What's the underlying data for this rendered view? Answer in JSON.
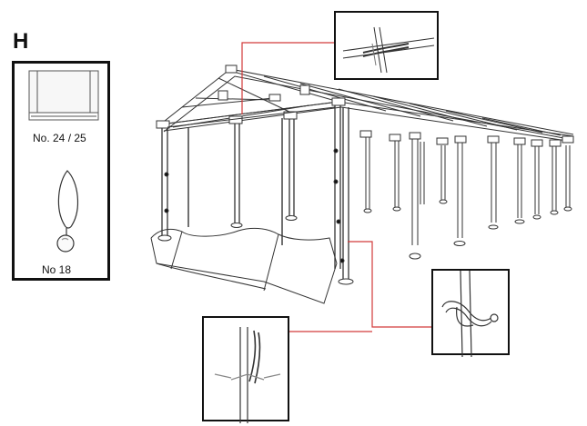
{
  "step": {
    "letter": "H"
  },
  "parts": [
    {
      "label": "No. 24 / 25",
      "icon": "side-wall-panel-icon"
    },
    {
      "label": "No 18",
      "icon": "ball-bungee-icon"
    }
  ],
  "callouts": [
    {
      "name": "ridge-joint-detail",
      "icon": "pole-joint-icon"
    },
    {
      "name": "bungee-hook-detail",
      "icon": "bungee-hook-icon"
    },
    {
      "name": "pole-sleeve-detail",
      "icon": "sleeve-on-pole-icon"
    }
  ],
  "colors": {
    "leader_line": "#d23a3a",
    "ink": "#111111"
  }
}
